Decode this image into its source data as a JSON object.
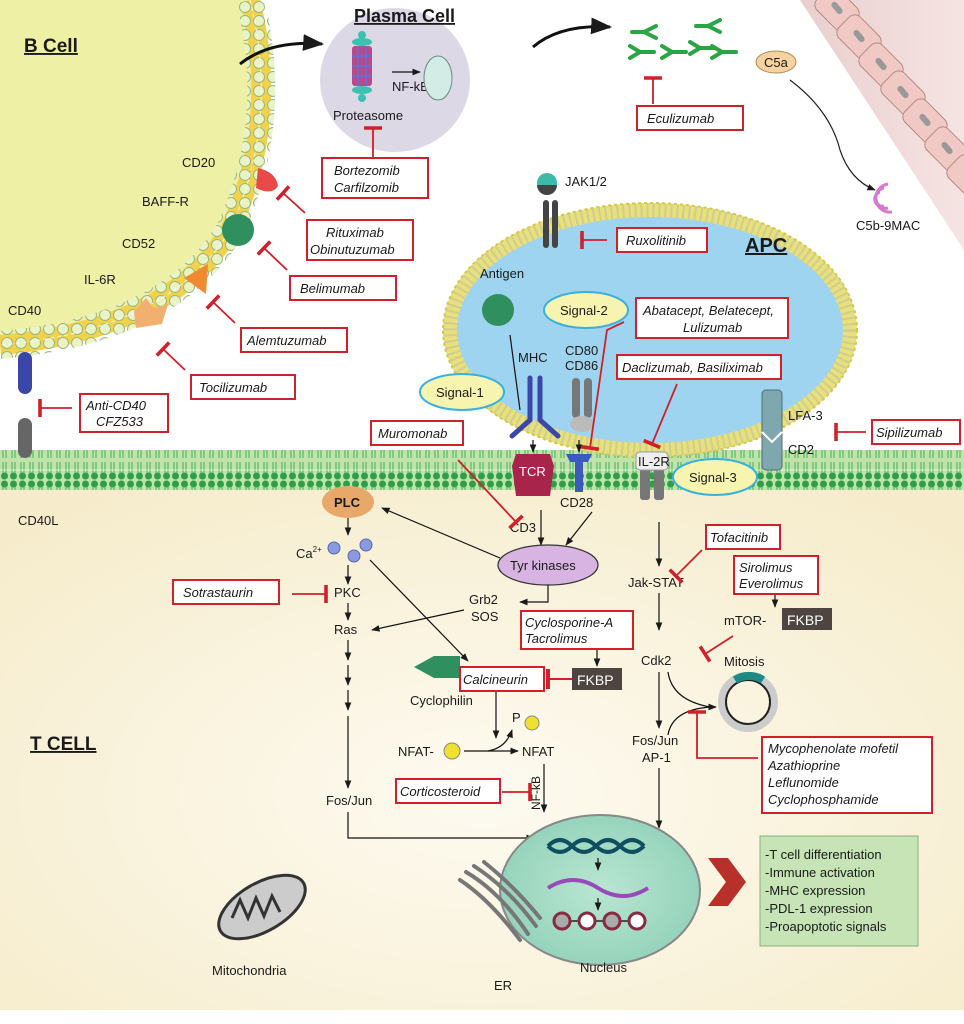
{
  "titles": {
    "b_cell": "B Cell",
    "plasma_cell": "Plasma Cell",
    "apc": "APC",
    "t_cell": "T CELL"
  },
  "labels": {
    "proteasome": "Proteasome",
    "nfkb_plasma": "NF-kB",
    "cd20": "CD20",
    "baff_r": "BAFF-R",
    "cd52": "CD52",
    "il6r": "IL-6R",
    "cd40": "CD40",
    "cd40l": "CD40L",
    "c5a": "C5a",
    "c5b9mac": "C5b-9MAC",
    "jak12": "JAK1/2",
    "antigen": "Antigen",
    "signal1": "Signal-1",
    "signal2": "Signal-2",
    "signal3": "Signal-3",
    "mhc": "MHC",
    "cd80": "CD80",
    "cd86": "CD86",
    "lfa3": "LFA-3",
    "cd2": "CD2",
    "tcr": "TCR",
    "cd28": "CD28",
    "il2r": "IL-2R",
    "cd3": "CD3",
    "plc": "PLC",
    "ca": "Ca",
    "ca_sup": "2+",
    "tyr_kinases": "Tyr kinases",
    "pkc": "PKC",
    "ras": "Ras",
    "grb2": "Grb2",
    "sos": "SOS",
    "jak_stat": "Jak-STAT",
    "mtor": "mTOR-",
    "fkbp_mtor": "FKBP",
    "fkbp_calc": "FKBP",
    "cdk2": "Cdk2",
    "mitosis": "Mitosis",
    "cyclophilin": "Cyclophilin",
    "p": "P",
    "nfat_p": "NFAT-",
    "nfat": "NFAT",
    "nfkb": "NF-kB",
    "fos_jun_left": "Fos/Jun",
    "fos_jun_right": "Fos/Jun",
    "ap1": "AP-1",
    "nucleus": "Nucleus",
    "er": "ER",
    "mitochondria": "Mitochondria"
  },
  "drugs": {
    "bortezomib": [
      "Bortezomib",
      "Carfilzomib"
    ],
    "eculizumab": [
      "Eculizumab"
    ],
    "rituximab": [
      "Rituximab",
      "Obinutuzumab"
    ],
    "belimumab": [
      "Belimumab"
    ],
    "alemtuzumab": [
      "Alemtuzumab"
    ],
    "tocilizumab": [
      "Tocilizumab"
    ],
    "anti_cd40": [
      "Anti-CD40",
      "CFZ533"
    ],
    "ruxolitinib": [
      "Ruxolitinib"
    ],
    "abatacept": [
      "Abatacept, Belatecept,",
      "Lulizumab"
    ],
    "daclizumab": [
      "Daclizumab, Basiliximab"
    ],
    "sipilizumab": [
      "Sipilizumab"
    ],
    "muromonab": [
      "Muromonab"
    ],
    "tofacitinib": [
      "Tofacitinib"
    ],
    "sirolimus": [
      "Sirolimus",
      "Everolimus"
    ],
    "sotrastaurin": [
      "Sotrastaurin"
    ],
    "cyclosporine": [
      "Cyclosporine-A",
      "Tacrolimus"
    ],
    "calcineurin": [
      "Calcineurin"
    ],
    "corticosteroid": [
      "Corticosteroid"
    ],
    "mycophenolate": [
      "Mycophenolate mofetil",
      "Azathioprine",
      "Leflunomide",
      "Cyclophosphamide"
    ]
  },
  "outcomes": [
    "-T cell differentiation",
    "-Immune activation",
    "-MHC expression",
    "-PDL-1 expression",
    "-Proapoptotic signals"
  ],
  "colors": {
    "inhibitor_red": "#d0202a",
    "b_cell_fill": "#eef0a6",
    "t_cell_fill": "#f8f1d6",
    "apc_fill": "#9fd4f0",
    "membrane_green": "#2e9e4a",
    "plasma_fill": "#ddd8e6"
  }
}
